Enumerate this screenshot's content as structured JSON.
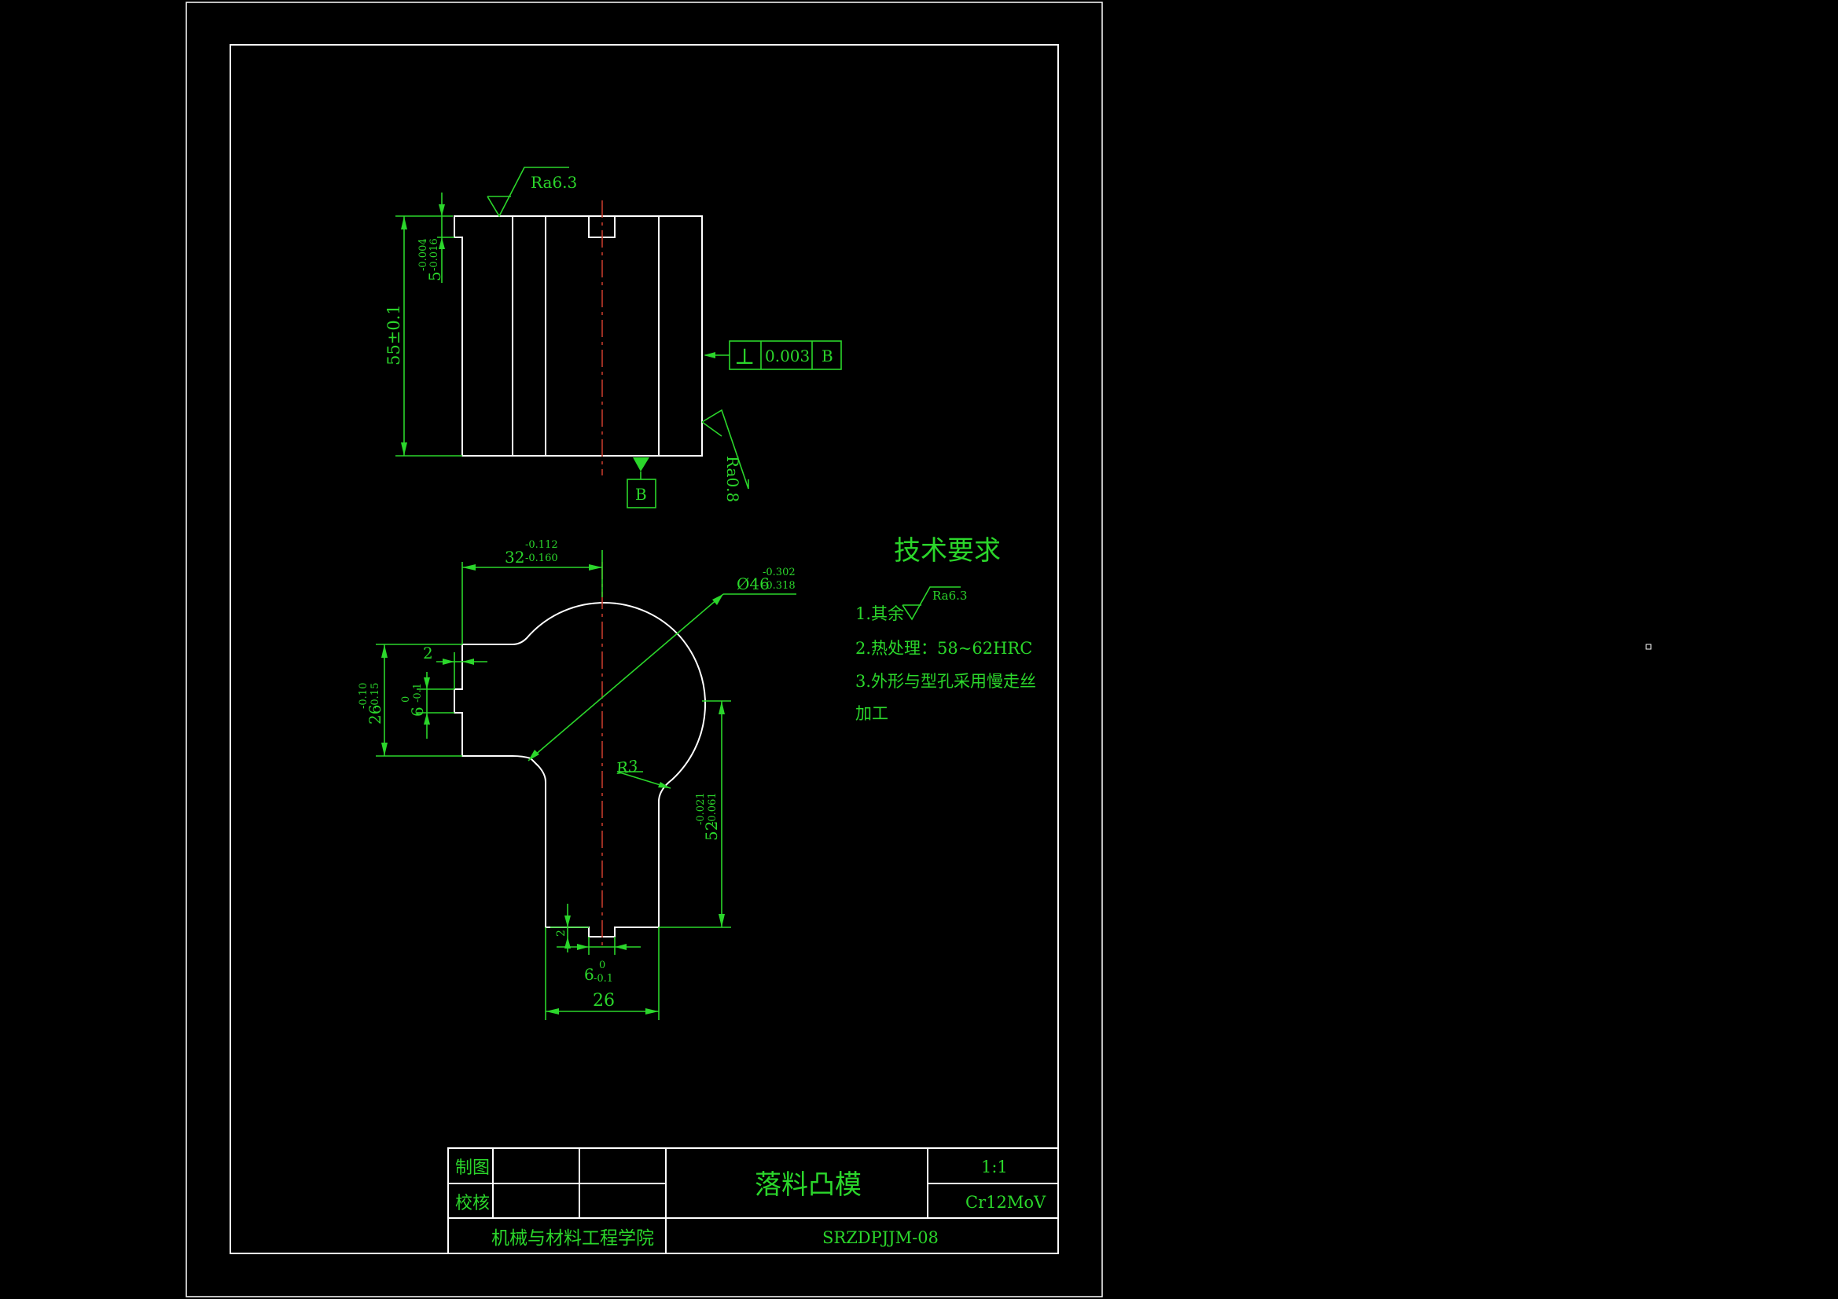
{
  "colors": {
    "background": "#000000",
    "outline": "#ffffff",
    "annotation": "#2bd62b",
    "centerline": "#c0392b"
  },
  "top_view": {
    "roughness_top": "Ra6.3",
    "slot_dim": "5",
    "slot_tol_upper": "-0.004",
    "slot_tol_lower": "-0.016",
    "height_dim": "55±0.1",
    "perpendicularity_symbol": "⊥",
    "perpendicularity_value": "0.003",
    "perpendicularity_datum": "B",
    "roughness_side": "Ra0.8",
    "datum_label": "B"
  },
  "front_view": {
    "width_32": "32",
    "width_32_tol_upper": "-0.112",
    "width_32_tol_lower": "-0.160",
    "dia_46": "Ø46",
    "dia_46_tol_upper": "-0.302",
    "dia_46_tol_lower": "-0.318",
    "notch_depth": "2",
    "h26": "26",
    "h26_tol_upper": "-0.10",
    "h26_tol_lower": "-0.15",
    "notch_6": "6",
    "notch_6_tol_upper": "0",
    "notch_6_tol_lower": "-0.1",
    "radius": "R3",
    "h52": "52",
    "h52_tol_upper": "-0.021",
    "h52_tol_lower": "-0.061",
    "bottom_notch_depth": "2",
    "bottom_notch_6": "6",
    "bottom_notch_6_tol_upper": "0",
    "bottom_notch_6_tol_lower": "-0.1",
    "bottom_width": "26"
  },
  "tech_requirements": {
    "title": "技术要求",
    "item1": "1.其余",
    "item1_roughness": "Ra6.3",
    "item2": "2.热处理：58~62HRC",
    "item3_line1": "3.外形与型孔采用慢走丝",
    "item3_line2": "加工"
  },
  "title_block": {
    "drawn_label": "制图",
    "checked_label": "校核",
    "part_name": "落料凸模",
    "scale": "1:1",
    "material": "Cr12MoV",
    "school": "机械与材料工程学院",
    "drawing_number": "SRZDPJJM-08"
  }
}
